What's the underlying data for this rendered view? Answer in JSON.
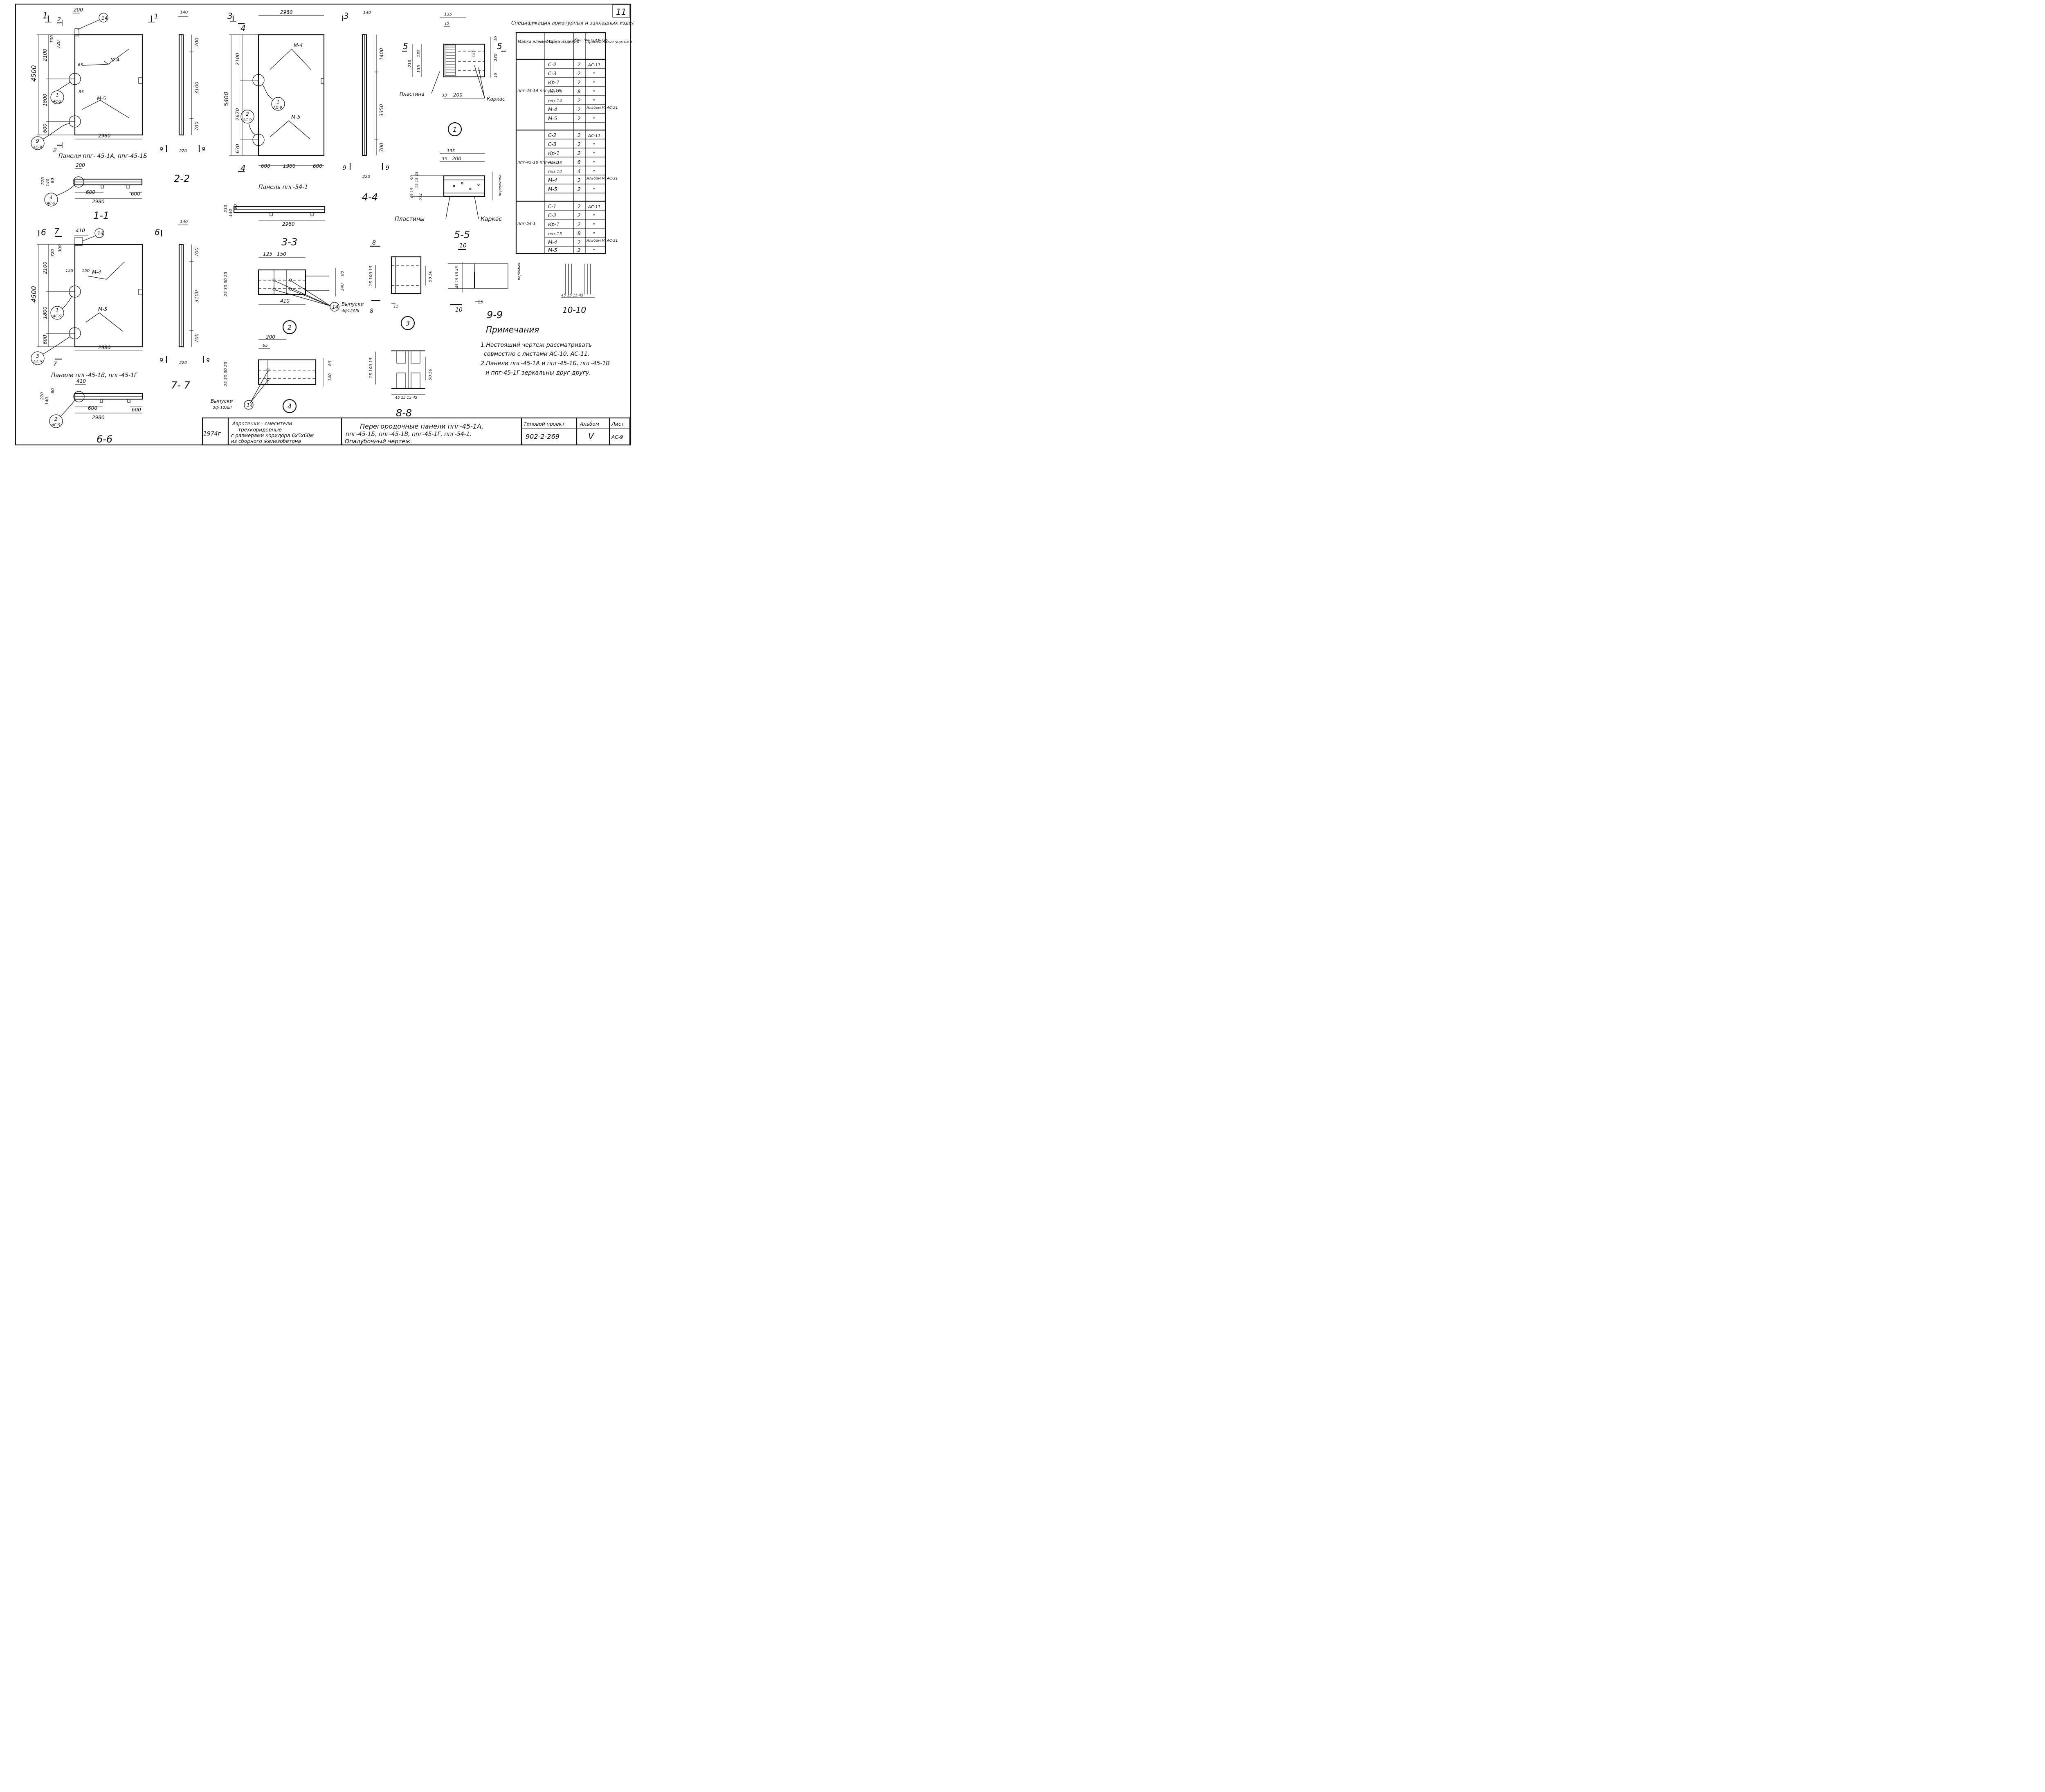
{
  "sheet_number": "11",
  "panel_45_1a": {
    "caption": "Панели ппг- 45-1А, ппг-45-1Б",
    "cut_top": "1",
    "cut_side": "2",
    "cut_bottom": "2",
    "cut_top_right": "1",
    "dim_top": "200",
    "dim_height": "4500",
    "dim_a": "2100",
    "dim_b": "1800",
    "dim_c": "600",
    "dim_d": "300",
    "dim_e": "720",
    "dim_f": "65",
    "dim_g": "85",
    "dim_width": "2980",
    "mark_m4": "М-4",
    "mark_m5": "М-5",
    "callout_14": "14",
    "callout_1": "1",
    "callout_1_ref": "АС-9",
    "callout_9": "9",
    "callout_9_ref": "АС-9"
  },
  "section_1_1": {
    "label": "1-1",
    "dim_top": "200",
    "dim_left_a": "220",
    "dim_left_b": "140",
    "dim_left_c": "80",
    "dim_600a": "600",
    "dim_600b": "600",
    "dim_width": "2980",
    "callout": "4",
    "callout_ref": "АС-9"
  },
  "section_2_2": {
    "label": "2-2",
    "dim_top": "140",
    "dim_a": "700",
    "dim_b": "3100",
    "dim_c": "700",
    "dim_bottom": "220",
    "cut": "9"
  },
  "panel_54_1": {
    "caption": "Панель ппг-54-1",
    "cut_top": "3",
    "cut_side": "4",
    "cut_bottom": "4",
    "dim_width_top": "2980",
    "dim_height": "5400",
    "dim_a": "2100",
    "dim_b": "2670",
    "dim_c": "630",
    "dim_600a": "600",
    "dim_mid": "1980",
    "dim_600b": "600",
    "mark_m4": "М-4",
    "mark_m5": "М-5",
    "callout_1": "1",
    "callout_1_ref": "АС-9",
    "callout_2": "2",
    "callout_2_ref": "АС-9"
  },
  "section_3_3": {
    "label": "3-3",
    "dim_a": "230",
    "dim_b": "140",
    "dim_c": "90",
    "dim_width": "2980"
  },
  "section_4_4": {
    "label": "4-4",
    "dim_top": "140",
    "dim_a": "1400",
    "dim_b": "3350",
    "dim_c": "700",
    "dim_bottom": "220",
    "cut": "9",
    "cut_top": "3"
  },
  "detail_1": {
    "number": "1",
    "cut": "5",
    "dim_135a": "135",
    "dim_15": "15",
    "dim_210": "210",
    "dim_135b": "135",
    "dim_135c": "135",
    "dim_125": "125",
    "dim_230": "230",
    "dim_10a": "10",
    "dim_10b": "10",
    "dim_33": "33",
    "dim_200": "200",
    "label_plate": "Пластина",
    "label_frame": "Каркас"
  },
  "section_5_5": {
    "label": "5-5",
    "dim_135": "135",
    "dim_33": "33",
    "dim_200": "200",
    "dim_left": "90",
    "dim_left2": "15 15 45",
    "dim_left3": "45 15",
    "dim_214": "214",
    "label_partition": "перемычка",
    "label_plates": "Пластины",
    "label_frame": "Каркас"
  },
  "specification": {
    "title": "Спецификация арматурных и закладных изделий на один железобетонный элемент",
    "headers": [
      "Марка элемента",
      "Марка изделия",
      "Кол. чество штук",
      "Применяемые чертежи"
    ],
    "groups": [
      {
        "element": "ппг-45-1А ппг-45-1Б",
        "rows": [
          [
            "С-2",
            "2",
            "АС-11"
          ],
          [
            "С-3",
            "2",
            "\""
          ],
          [
            "Кр-1",
            "2",
            "\""
          ],
          [
            "поз.13",
            "8",
            "\""
          ],
          [
            "поз.14",
            "2",
            "\""
          ],
          [
            "М-4",
            "2",
            "Альбом VI АС-21"
          ],
          [
            "М-5",
            "2",
            "\""
          ]
        ]
      },
      {
        "element": "ппг-45-1В ппг-45-1Г",
        "rows": [
          [
            "С-2",
            "2",
            "АС-11"
          ],
          [
            "С-3",
            "2",
            "\""
          ],
          [
            "Кр-1",
            "2",
            "\""
          ],
          [
            "поз.13",
            "8",
            "\""
          ],
          [
            "поз.14",
            "4",
            "\""
          ],
          [
            "М-4",
            "2",
            "Альбом VI АС-21"
          ],
          [
            "М-5",
            "2",
            "\""
          ]
        ]
      },
      {
        "element": "ппг-54-1",
        "rows": [
          [
            "С-1",
            "2",
            "АС-11"
          ],
          [
            "С-2",
            "2",
            "\""
          ],
          [
            "Кр-1",
            "2",
            "\""
          ],
          [
            "поз.13",
            "8",
            "\""
          ],
          [
            "М-4",
            "2",
            "Альбом VI АС-21"
          ],
          [
            "М-5",
            "2",
            "\""
          ]
        ]
      }
    ]
  },
  "panel_45_1v": {
    "caption": "Панели ппг-45-1В, ппг-45-1Г",
    "cut_top": "6",
    "cut_side": "7",
    "cut_bottom": "7",
    "cut_top_right": "6",
    "dim_top": "410",
    "dim_height": "4500",
    "dim_a": "2100",
    "dim_b": "1800",
    "dim_c": "600",
    "dim_d": "300",
    "dim_e": "720",
    "dim_f": "125",
    "dim_g": "150",
    "dim_width": "2980",
    "mark_m4": "М-4",
    "mark_m5": "М-5",
    "callout_14": "14",
    "callout_1": "1",
    "callout_1_ref": "АС-9",
    "callout_3": "3",
    "callout_3_ref": "АС-9"
  },
  "section_6_6": {
    "label": "6-6",
    "dim_top": "410",
    "dim_left_a": "220",
    "dim_left_b": "140",
    "dim_left_c": "80",
    "dim_600a": "600",
    "dim_600b": "600",
    "dim_width": "2980",
    "callout": "2",
    "callout_ref": "АС-9"
  },
  "section_7_7": {
    "label": "7- 7",
    "dim_top": "140",
    "dim_a": "700",
    "dim_b": "3100",
    "dim_c": "700",
    "dim_bottom": "220",
    "cut": "9"
  },
  "detail_2": {
    "number": "2",
    "dim_125": "125",
    "dim_150": "150",
    "dim_left": "25 30 30 25",
    "dim_right_a": "80",
    "dim_right_b": "140",
    "dim_410": "410",
    "callout_14": "14",
    "label_out": "Выпуски",
    "label_out_spec": "4ф12АIII"
  },
  "detail_3": {
    "number": "3",
    "cut": "8",
    "dim_left": "15 100 15",
    "dim_right": "50 50",
    "dim_bottom": "15"
  },
  "detail_4": {
    "number": "4",
    "dim_200": "200",
    "dim_65": "65",
    "dim_left": "25 30 30 25",
    "dim_right_a": "80",
    "dim_right_b": "140",
    "callout_14": "14",
    "label_out": "Выпуски",
    "label_out_spec": "2ф 12АIII"
  },
  "section_8_8": {
    "label": "8-8",
    "dim_left": "15 100 15",
    "dim_right": "50 50",
    "dim_bottom": "45 15 15 45"
  },
  "section_9_9": {
    "label": "9-9",
    "cut": "10",
    "dim_left": "45 15 15 45",
    "dim_bottom": "15",
    "label_partition": "перемыч"
  },
  "section_10_10": {
    "label": "10-10",
    "dim_bottom": "45 15 15 45"
  },
  "notes": {
    "title": "Примечания",
    "line1": "1.Настоящий чертеж рассматривать",
    "line2": "совместно с листами АС-10, АС-11.",
    "line3": "2.Панели ппг-45-1А и ппг-45-1Б, ппг-45-1В",
    "line4": "и ппг-45-1Г зеркальны друг другу."
  },
  "title_block": {
    "year": "1974г",
    "project_desc_1": "Аэротенки - смесители",
    "project_desc_2": "трехкоридорные",
    "project_desc_3": "с размерами коридора 6х5х60м",
    "project_desc_4": "из сборного железобетона",
    "drawing_title_1": "Перегородочные панели ппг-45-1А,",
    "drawing_title_2": "ппг-45-1Б, ппг-45-1В, ппг-45-1Г, ппг-54-1.",
    "drawing_title_3": "Опалубочный чертеж.",
    "project_label": "Типовой проект",
    "project_number": "902-2-269",
    "album_label": "Альбом",
    "album_value": "V",
    "sheet_label": "Лист",
    "sheet_value": "АС-9"
  }
}
